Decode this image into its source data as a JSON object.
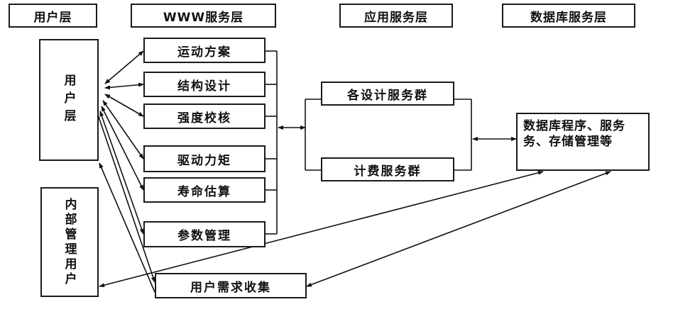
{
  "headers": {
    "user_layer": "用户层",
    "www_layer": "WWW服务层",
    "app_layer": "应用服务层",
    "db_layer": "数据库服务层"
  },
  "user_box": "用户层",
  "internal_user_box": "内部管理用户",
  "www_modules": [
    "运动方案",
    "结构设计",
    "强度校核",
    "驱动力矩",
    "寿命估算",
    "参数管理"
  ],
  "app_services": [
    "各设计服务群",
    "计费服务群"
  ],
  "db_box": "数据库程序、服务务、存储管理等",
  "demand_box": "用户需求收集"
}
